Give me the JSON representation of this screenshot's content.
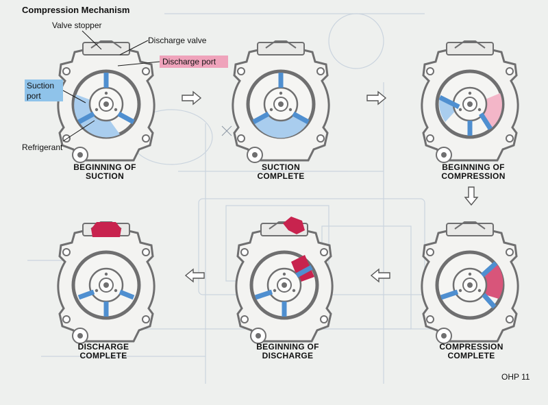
{
  "title": "Compression Mechanism",
  "callouts": {
    "valve_stopper": "Valve stopper",
    "discharge_valve": "Discharge valve",
    "discharge_port": "Discharge port",
    "suction_port_line1": "Suction",
    "suction_port_line2": "port",
    "refrigerant": "Refrigerant"
  },
  "stages": [
    {
      "line1": "BEGINNING OF",
      "line2": "SUCTION"
    },
    {
      "line1": "SUCTION",
      "line2": "COMPLETE"
    },
    {
      "line1": "BEGINNING OF",
      "line2": "COMPRESSION"
    },
    {
      "line1": "COMPRESSION",
      "line2": "COMPLETE"
    },
    {
      "line1": "BEGINNING OF",
      "line2": "DISCHARGE"
    },
    {
      "line1": "DISCHARGE",
      "line2": "COMPLETE"
    }
  ],
  "page_label": "OHP 11",
  "colors": {
    "suction_fill": "#a9cdee",
    "compression_fill": "#f3b6c8",
    "discharge_fill": "#c8234e",
    "vane": "#4f8fd0",
    "housing": "#6f6f70",
    "background": "#eef0ee"
  }
}
